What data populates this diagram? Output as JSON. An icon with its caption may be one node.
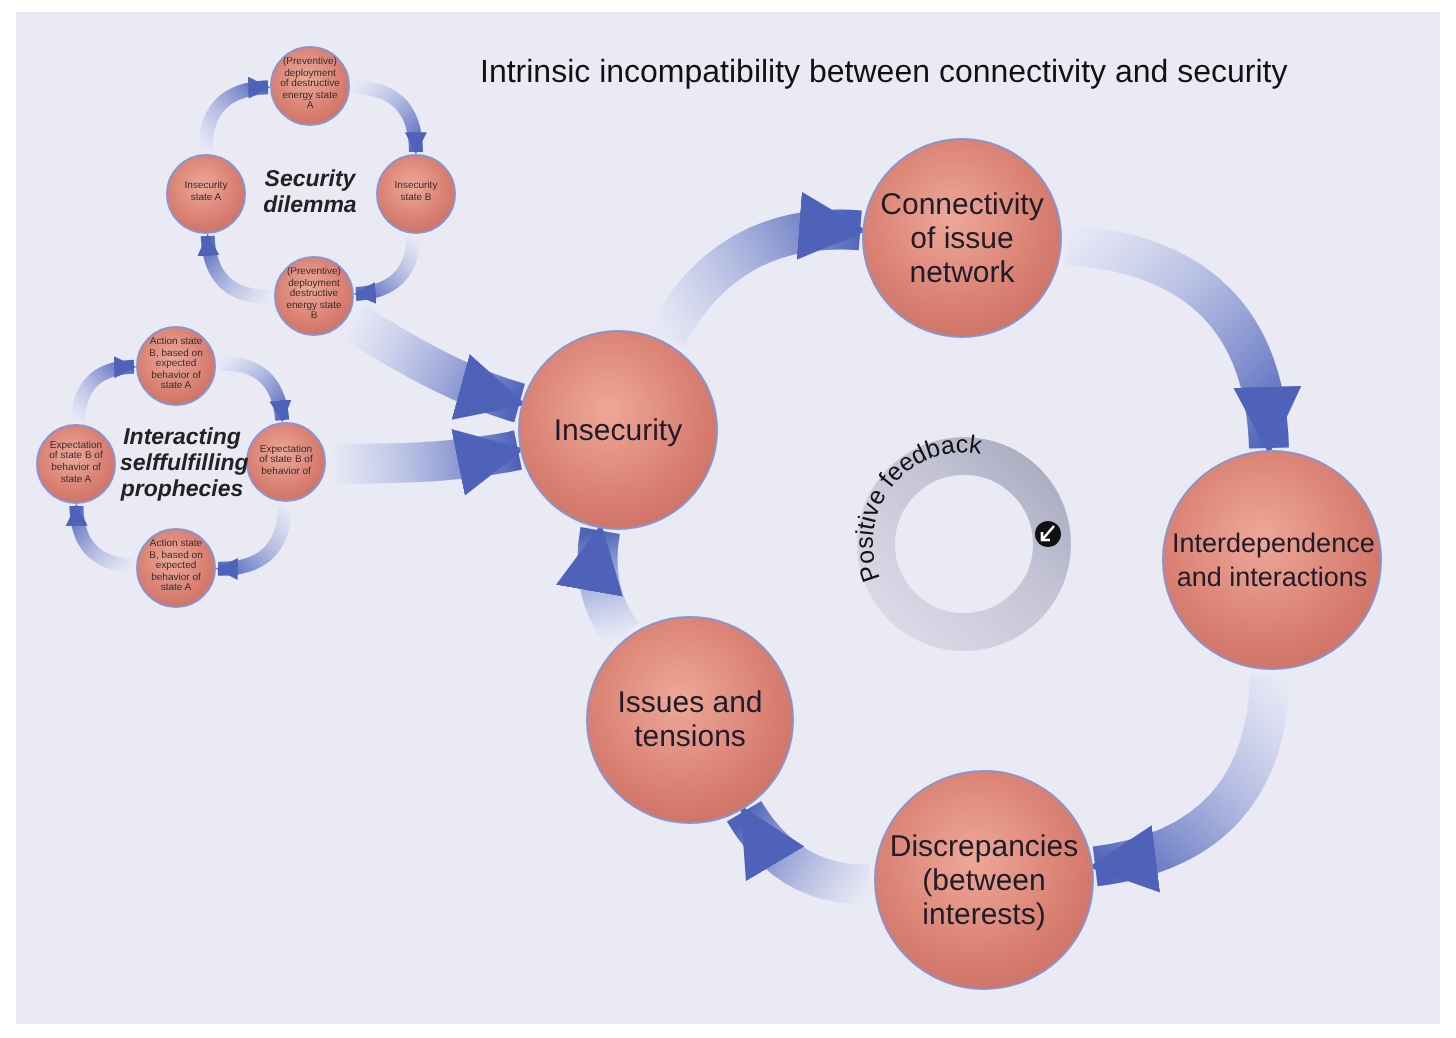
{
  "diagram": {
    "title": "Intrinsic incompatibility between connectivity and security",
    "nodes": [
      {
        "text": [
          "(Preventive) deployment of destructive energy state A"
        ]
      },
      {
        "text": [
          "Insecurity state B"
        ]
      },
      {
        "text": [
          "(Preventive) deployment destructive energy state B"
        ]
      },
      {
        "text": [
          "Insecurity state A"
        ]
      },
      {
        "text": [
          "Action state B, based on expected behavior of state A"
        ]
      },
      {
        "text": [
          "Expectation of state B of behavior of"
        ]
      },
      {
        "text": [
          "Action state B, based on expected behavior of state A"
        ]
      },
      {
        "text": [
          "Expectation of state B of behavior of state A"
        ]
      },
      {
        "text": [
          "Insecurity"
        ]
      },
      {
        "text": [
          "Connectivity of issue network"
        ]
      },
      {
        "text": [
          "Interdependence and interactions"
        ]
      },
      {
        "text": [
          "Discrepancies (between interests)"
        ]
      },
      {
        "text": [
          "Issues and tensions"
        ]
      }
    ],
    "edges": [
      {
        "from": 0,
        "to": 1,
        "arrow": "to"
      },
      {
        "from": 1,
        "to": 2,
        "arrow": "to"
      },
      {
        "from": 2,
        "to": 3,
        "arrow": "to"
      },
      {
        "from": 3,
        "to": 0,
        "arrow": "to"
      },
      {
        "from": 7,
        "to": 4,
        "arrow": "to"
      },
      {
        "from": 4,
        "to": 5,
        "arrow": "to"
      },
      {
        "from": 5,
        "to": 6,
        "arrow": "to"
      },
      {
        "from": 6,
        "to": 7,
        "arrow": "to"
      },
      {
        "from": 8,
        "to": 9,
        "arrow": "to"
      },
      {
        "from": 9,
        "to": 10,
        "arrow": "to"
      },
      {
        "from": 10,
        "to": 11,
        "arrow": "to"
      },
      {
        "from": 11,
        "to": 12,
        "arrow": "to"
      },
      {
        "from": 12,
        "to": 8,
        "arrow": "to"
      },
      {
        "from": 2,
        "to": 8,
        "arrow": "to"
      },
      {
        "from": 5,
        "to": 8,
        "arrow": "to"
      }
    ],
    "labels": [
      "Security dilemma",
      "Interacting selffulfilling prophecies",
      "Positive feedback"
    ]
  }
}
